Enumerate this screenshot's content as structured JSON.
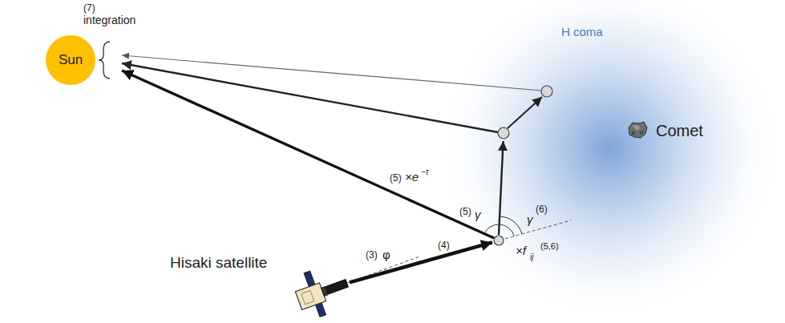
{
  "diagram": {
    "nodes": [
      {
        "text": [
          "Sun"
        ]
      }
    ],
    "labels": [
      "(7)",
      "integration",
      "H coma",
      "Comet",
      "Hisaki satellite",
      "(3)",
      "φ",
      "(4)",
      "(5)",
      "×e",
      "−τ",
      "(5)",
      "γ",
      "γ",
      "(6)",
      "×f",
      "ij",
      "(5,6)"
    ]
  }
}
